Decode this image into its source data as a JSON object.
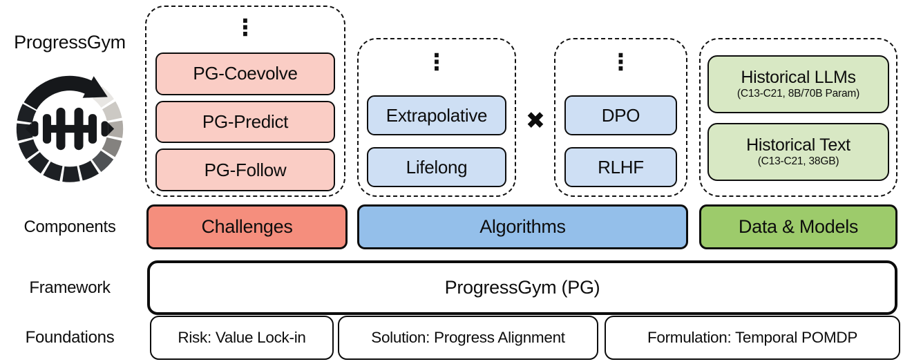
{
  "brand": {
    "name": "ProgressGym"
  },
  "row_labels": {
    "components": "Components",
    "framework": "Framework",
    "foundations": "Foundations"
  },
  "groups": {
    "challenges": {
      "ellipsis": "⋮",
      "items": [
        "PG-Coevolve",
        "PG-Predict",
        "PG-Follow"
      ]
    },
    "algorithm_types": {
      "ellipsis": "⋮",
      "items": [
        "Extrapolative",
        "Lifelong"
      ]
    },
    "cross_symbol": "✖",
    "algorithm_methods": {
      "ellipsis": "⋮",
      "items": [
        "DPO",
        "RLHF"
      ]
    },
    "data_models": {
      "items": [
        {
          "title": "Historical LLMs",
          "subtitle": "(C13-C21, 8B/70B Param)"
        },
        {
          "title": "Historical Text",
          "subtitle": "(C13-C21, 38GB)"
        }
      ]
    }
  },
  "components": {
    "challenges": "Challenges",
    "algorithms": "Algorithms",
    "data_models": "Data & Models"
  },
  "framework": {
    "title": "ProgressGym (PG)"
  },
  "foundations": {
    "items": [
      "Risk: Value Lock-in",
      "Solution: Progress Alignment",
      "Formulation: Temporal POMDP"
    ]
  },
  "icons": {
    "logo": "progress-ring-dumbbell-icon"
  },
  "colors": {
    "challenge": "#F58E7D",
    "challenge_light": "#FACDC5",
    "algorithm": "#94BFEA",
    "algorithm_light": "#CEDFF4",
    "data": "#9DCB6B",
    "data_light": "#D8E8C4",
    "border": "#0C0C0C"
  }
}
